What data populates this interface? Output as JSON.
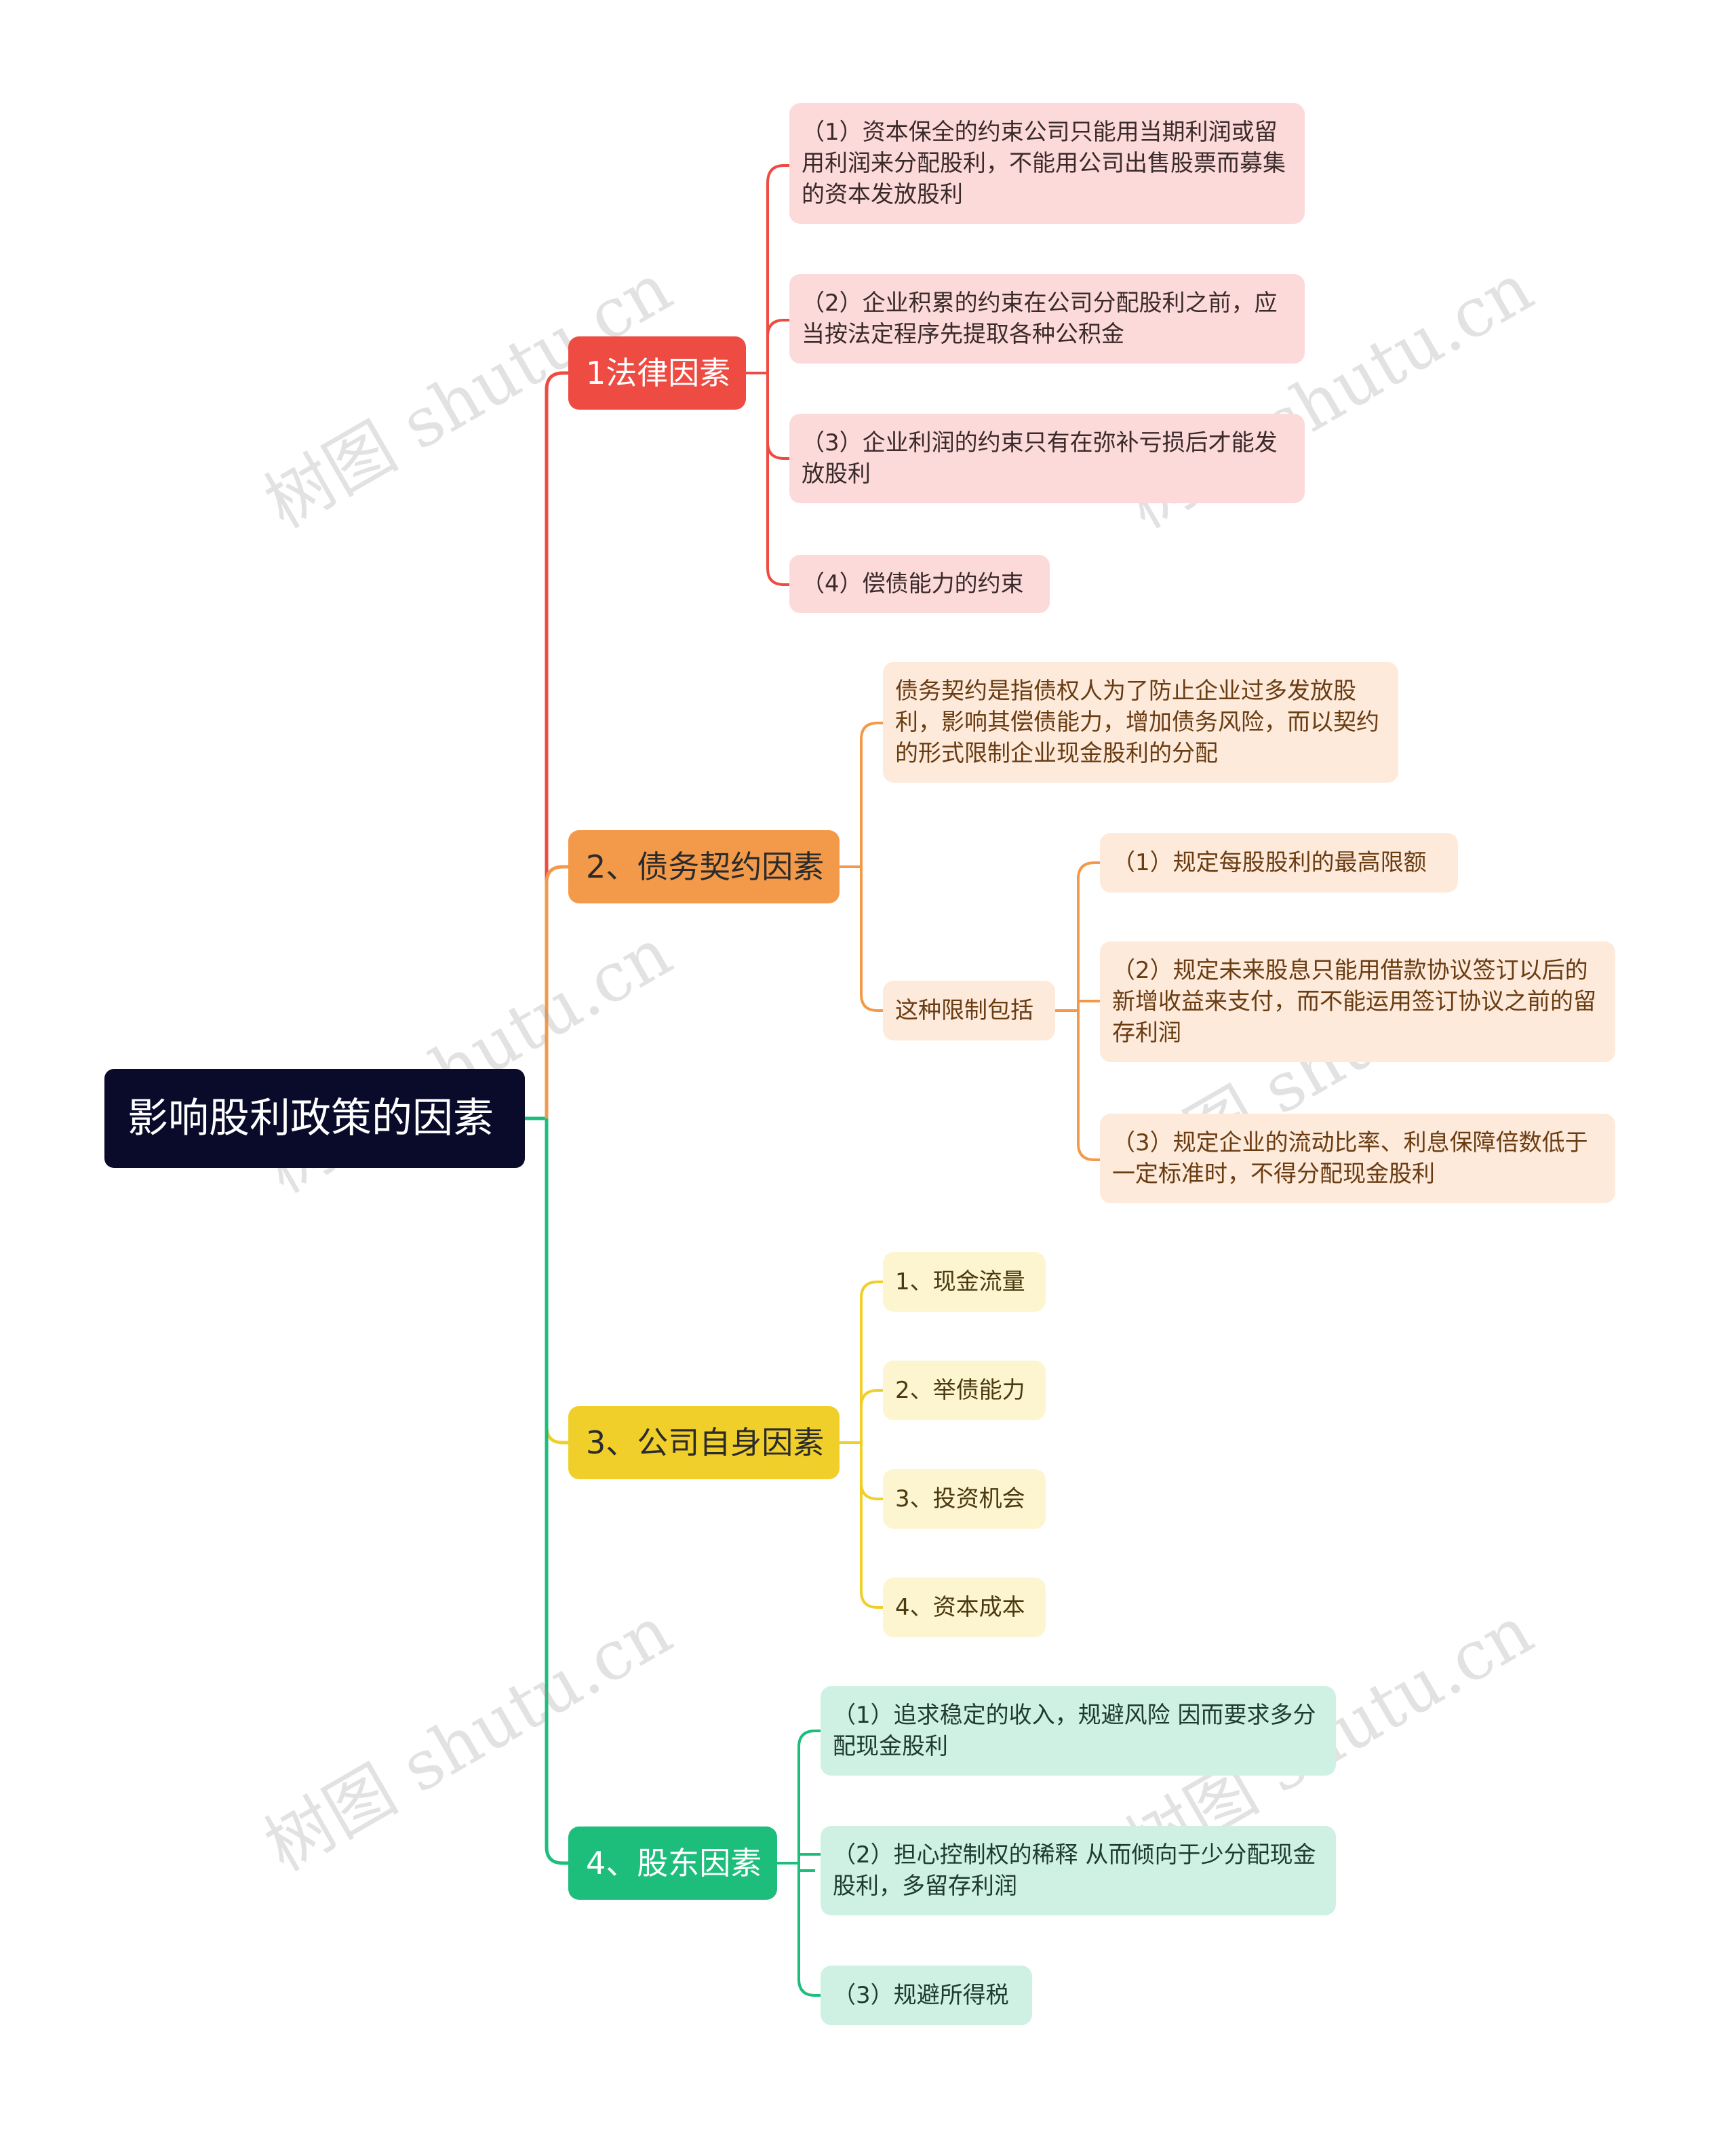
{
  "root": {
    "label": "影响股利政策的因素"
  },
  "branches": [
    {
      "label": "1法律因素",
      "children": [
        "（1）资本保全的约束公司只能用当期利润或留用利润来分配股利，不能用公司出售股票而募集的资本发放股利",
        "（2）企业积累的约束在公司分配股利之前，应当按法定程序先提取各种公积金",
        "（3）企业利润的约束只有在弥补亏损后才能发放股利",
        "（4）偿债能力的约束"
      ]
    },
    {
      "label": "2、债务契约因素",
      "children": [
        "债务契约是指债权人为了防止企业过多发放股利，影响其偿债能力，增加债务风险，而以契约的形式限制企业现金股利的分配",
        "这种限制包括"
      ],
      "sub_children": [
        "（1）规定每股股利的最高限额",
        "（2）规定未来股息只能用借款协议签订以后的新增收益来支付，而不能运用签订协议之前的留存利润",
        "（3）规定企业的流动比率、利息保障倍数低于一定标准时，不得分配现金股利"
      ]
    },
    {
      "label": "3、公司自身因素",
      "children": [
        "1、现金流量",
        "2、举债能力",
        "3、投资机会",
        "4、资本成本"
      ]
    },
    {
      "label": "4、股东因素",
      "children": [
        "（1）追求稳定的收入，规避风险   因而要求多分配现金股利",
        "（2）担心控制权的稀释  从而倾向于少分配现金股利，多留存利润",
        "（3）规避所得税"
      ]
    }
  ],
  "watermark": "树图 shutu.cn",
  "colors": {
    "root": "#0a0b2b",
    "legal": "#ee4b43",
    "debt": "#f39a4a",
    "company": "#f1cf2b",
    "shareholder": "#1dbd7c"
  }
}
